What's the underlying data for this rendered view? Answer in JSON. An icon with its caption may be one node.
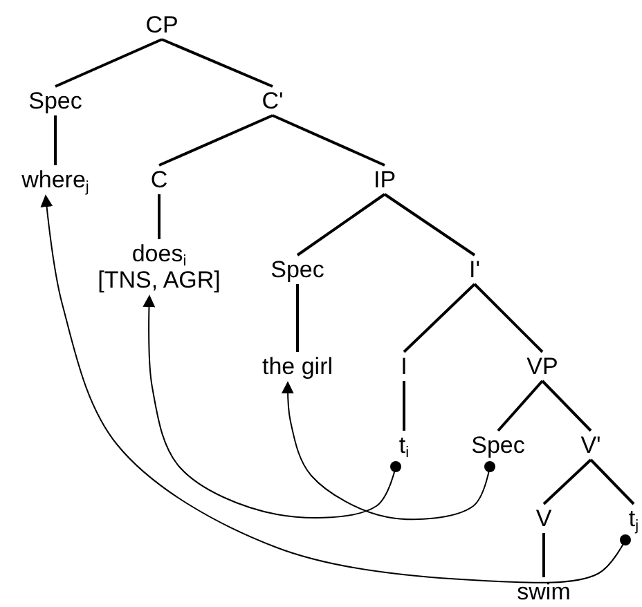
{
  "diagram": {
    "nodes": [
      {
        "text": [
          "CP"
        ]
      },
      {
        "text": [
          "Spec"
        ]
      },
      {
        "text": [
          "C'"
        ]
      },
      {
        "text": [
          "where$_{j}$"
        ]
      },
      {
        "text": [
          "C"
        ]
      },
      {
        "text": [
          "IP"
        ]
      },
      {
        "text": [
          "does$_{i}$",
          "[TNS, AGR]"
        ]
      },
      {
        "text": [
          "Spec"
        ]
      },
      {
        "text": [
          "I'"
        ]
      },
      {
        "text": [
          "the girl"
        ]
      },
      {
        "text": [
          "I"
        ]
      },
      {
        "text": [
          "VP"
        ]
      },
      {
        "text": [
          "t$_{i}$"
        ]
      },
      {
        "text": [
          "Spec"
        ]
      },
      {
        "text": [
          "V'"
        ]
      },
      {
        "text": [
          "V"
        ]
      },
      {
        "text": [
          "t$_{j}$"
        ]
      },
      {
        "text": [
          "swim"
        ]
      }
    ],
    "edges": [
      {
        "from": 0,
        "to": 1,
        "arrow": "none"
      },
      {
        "from": 0,
        "to": 2,
        "arrow": "none"
      },
      {
        "from": 1,
        "to": 3,
        "arrow": "none"
      },
      {
        "from": 2,
        "to": 4,
        "arrow": "none"
      },
      {
        "from": 2,
        "to": 5,
        "arrow": "none"
      },
      {
        "from": 4,
        "to": 6,
        "arrow": "none"
      },
      {
        "from": 5,
        "to": 7,
        "arrow": "none"
      },
      {
        "from": 5,
        "to": 8,
        "arrow": "none"
      },
      {
        "from": 7,
        "to": 9,
        "arrow": "none"
      },
      {
        "from": 8,
        "to": 10,
        "arrow": "none"
      },
      {
        "from": 8,
        "to": 11,
        "arrow": "none"
      },
      {
        "from": 10,
        "to": 12,
        "arrow": "none"
      },
      {
        "from": 11,
        "to": 13,
        "arrow": "none"
      },
      {
        "from": 11,
        "to": 14,
        "arrow": "none"
      },
      {
        "from": 14,
        "to": 15,
        "arrow": "none"
      },
      {
        "from": 14,
        "to": 16,
        "arrow": "none"
      },
      {
        "from": 15,
        "to": 17,
        "arrow": "none"
      },
      {
        "from": 12,
        "to": 6,
        "arrow": "to"
      },
      {
        "from": 13,
        "to": 9,
        "arrow": "to"
      },
      {
        "from": 16,
        "to": 3,
        "arrow": "to"
      }
    ]
  }
}
